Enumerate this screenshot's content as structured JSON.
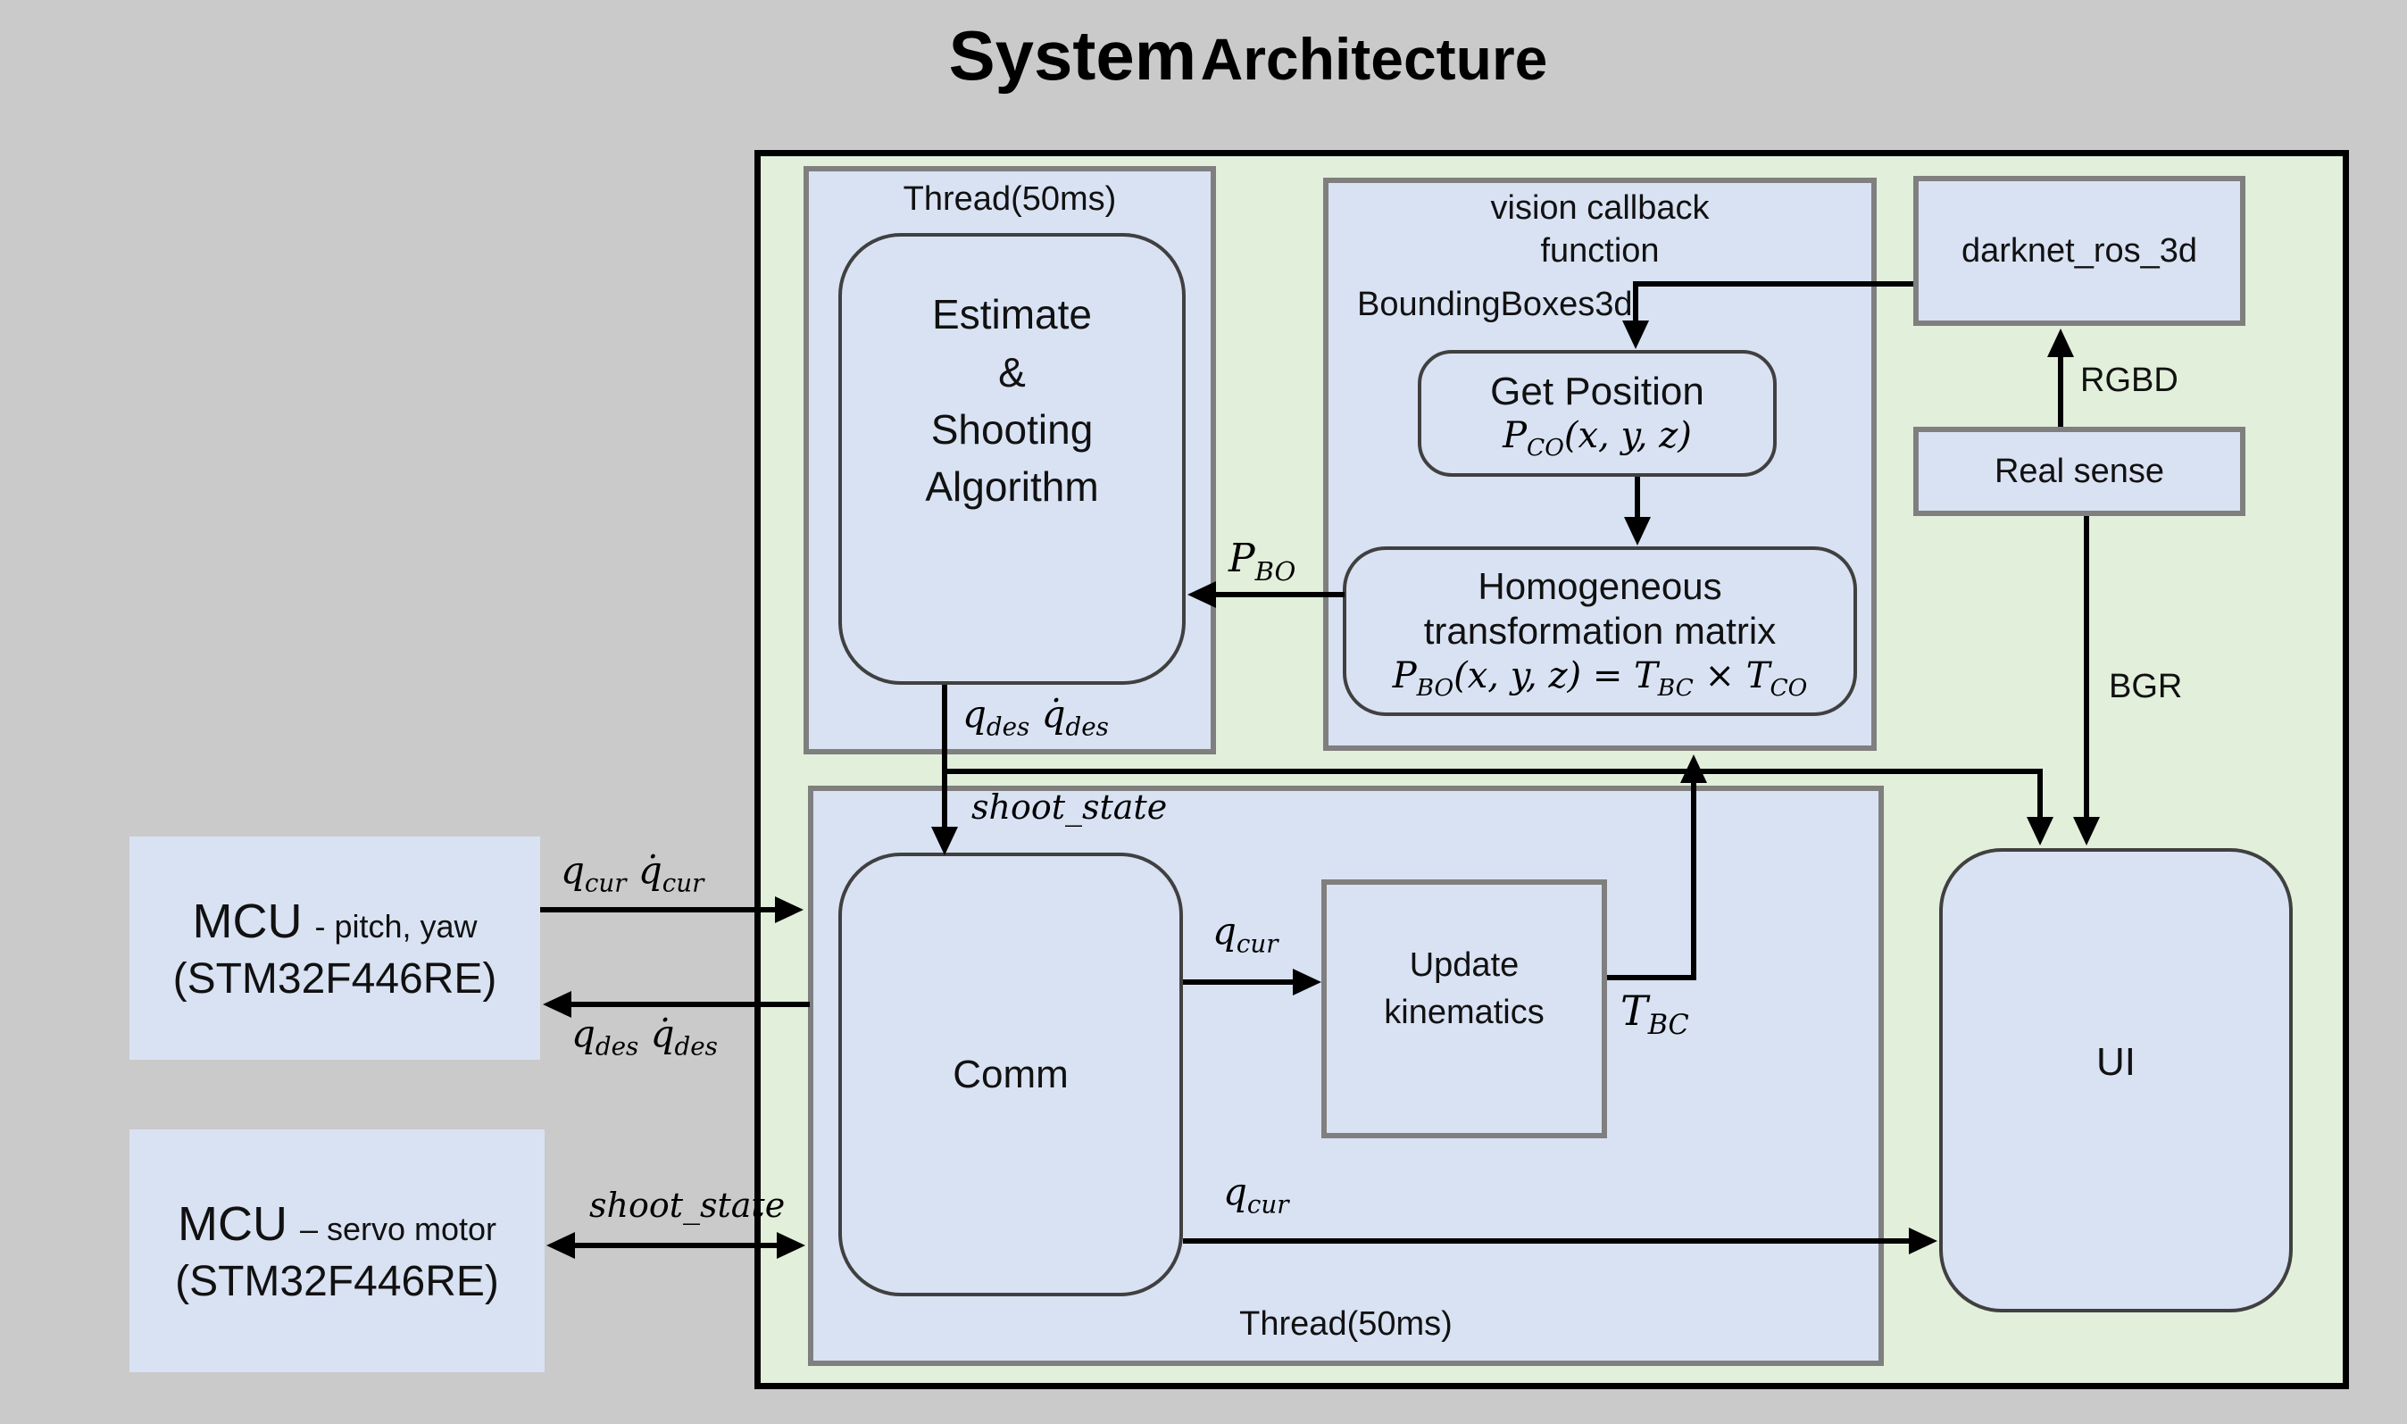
{
  "title": {
    "word1": "System",
    "word2": "Architecture"
  },
  "colors": {
    "canvas_bg": "#cacaca",
    "container_fill": "#e2efda",
    "node_fill": "#d9e2f3",
    "node_border": "#7f7f7f",
    "rounded_border": "#404040",
    "arrow": "#000000"
  },
  "mcu_pitch_yaw": {
    "name": "MCU",
    "role": "- pitch, yaw",
    "chip": "(STM32F446RE)"
  },
  "mcu_servo": {
    "name": "MCU",
    "role": "– servo motor",
    "chip": "(STM32F446RE)"
  },
  "thread_top": {
    "label": "Thread(50ms)",
    "algorithm_html": "Estimate<br>&amp;<br>Shooting<br>Algorithm"
  },
  "vision": {
    "title_html": "vision callback<br>function",
    "input_topic": "BoundingBoxes3d",
    "get_position": {
      "title": "Get Position",
      "formula_html": "P<sub>CO</sub>(x, y, z)"
    },
    "homogeneous": {
      "line1": "Homogeneous",
      "line2": "transformation matrix",
      "formula_html": "P<sub>BO</sub>(x, y, z) = T<sub>BC</sub> × T<sub>CO</sub>"
    }
  },
  "darknet": {
    "label": "darknet_ros_3d"
  },
  "realsense": {
    "label": "Real sense"
  },
  "thread_bottom": {
    "label": "Thread(50ms)",
    "comm_label": "Comm",
    "update_html": "Update<br>kinematics",
    "ui_label": "UI"
  },
  "edges": {
    "qcur_qdot_html": "q<sub>cur</sub> q̇<sub>cur</sub>",
    "qdes_qdot_html": "q<sub>des</sub> q̇<sub>des</sub>",
    "shoot_state": "shoot_state",
    "pbo_html": "P<sub>BO</sub>",
    "rgbd": "RGBD",
    "bgr": "BGR",
    "qcur_html": "q<sub>cur</sub>",
    "tbc_html": "T<sub>BC</sub>"
  }
}
